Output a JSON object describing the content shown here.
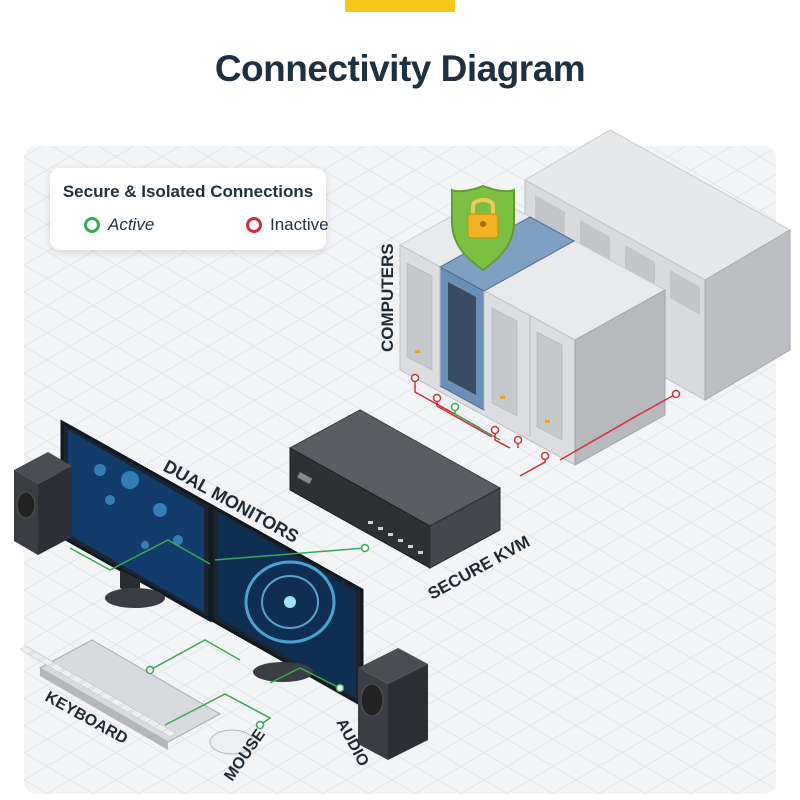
{
  "title": "Connectivity Diagram",
  "legend": {
    "title": "Secure & Isolated Connections",
    "active": "Active",
    "inactive": "Inactive"
  },
  "labels": {
    "computers": "COMPUTERS",
    "dual_monitors": "DUAL MONITORS",
    "secure_kvm": "SECURE KVM",
    "keyboard": "KEYBOARD",
    "mouse": "MOUSE",
    "audio": "AUDIO"
  },
  "colors": {
    "accent": "#f6c619",
    "title": "#1f3140",
    "active": "#3aa857",
    "inactive": "#d22f3d",
    "shield": "#7cc043",
    "lock": "#f0b323"
  },
  "icons": [
    "shield-lock-icon",
    "active-dot-icon",
    "inactive-dot-icon"
  ]
}
